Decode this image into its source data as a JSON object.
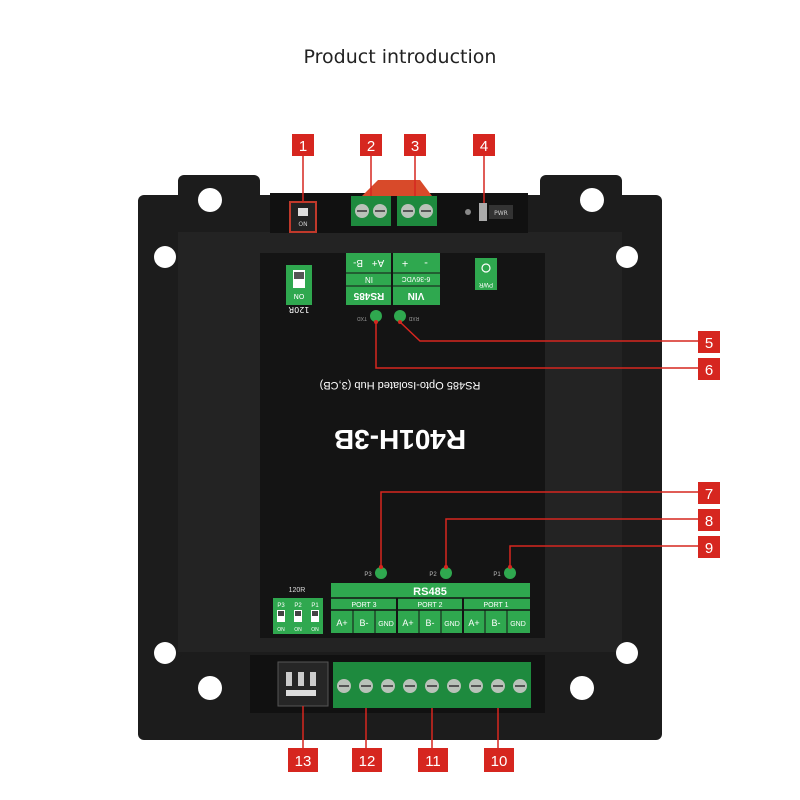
{
  "title": "Product introduction",
  "device": {
    "model": "R401H-3B",
    "subtitle": "RS485 Opto-Isolated Hub (3,CB)",
    "top_labels": {
      "rs485": "RS485",
      "in": "IN",
      "a_plus": "A+",
      "b_minus": "B-",
      "vin": "VIN",
      "voltage": "6-36VDC",
      "minus": "-",
      "plus": "+",
      "pwr": "PWR",
      "pwr_edge": "PWR",
      "switch_120r": "120R",
      "switch_on": "ON",
      "switch_edge": "ON",
      "txd": "TXD",
      "rxd": "RXD"
    },
    "bottom_labels": {
      "rs485": "RS485",
      "port_headers": [
        "PORT 3",
        "PORT 2",
        "PORT 1"
      ],
      "pins": [
        "A+",
        "B-",
        "GND"
      ],
      "leds": [
        "P3",
        "P2",
        "P1"
      ],
      "dip_title": "120R",
      "dip_names": [
        "P3",
        "P2",
        "P1"
      ],
      "dip_on": "ON"
    }
  },
  "callouts": [
    "1",
    "2",
    "3",
    "4",
    "5",
    "6",
    "7",
    "8",
    "9",
    "10",
    "11",
    "12",
    "13"
  ],
  "colors": {
    "callout_bg": "#d6261f",
    "board_green": "#2fa84f",
    "enclosure": "#1c1c1c",
    "panel": "#141414",
    "terminal_green": "#1e8a3e"
  }
}
